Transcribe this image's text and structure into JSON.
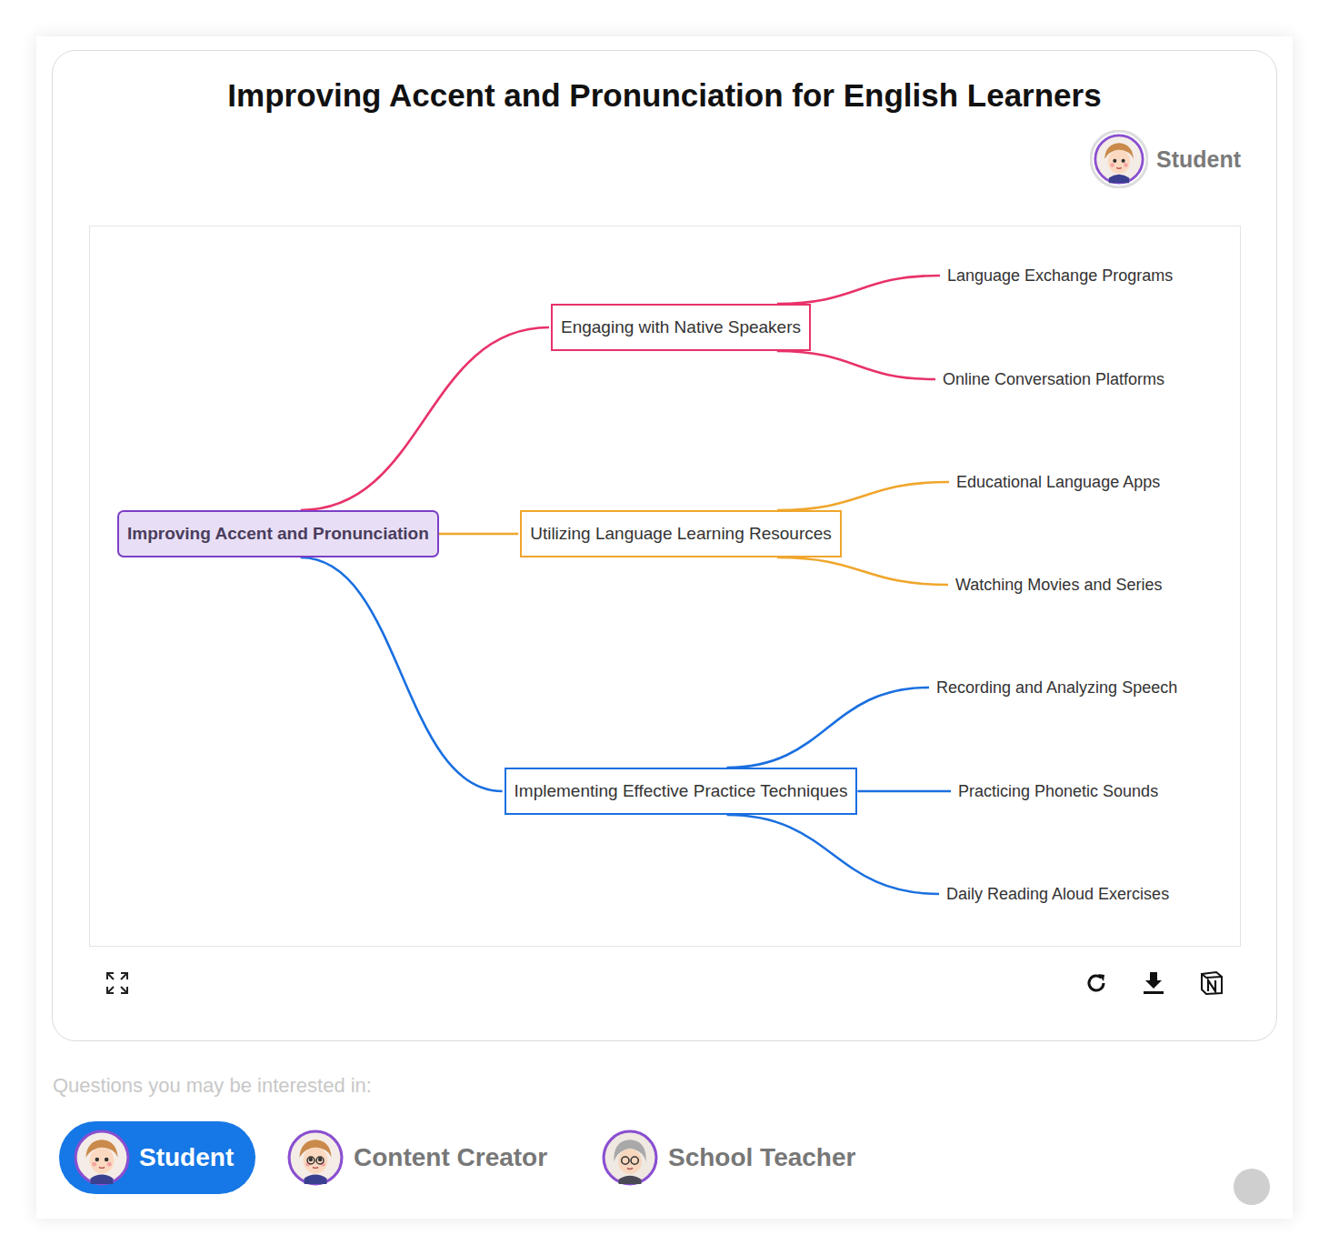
{
  "diagram": {
    "title": "Improving Accent and Pronunciation for English Learners",
    "nodes": [
      {
        "text": [
          "Improving Accent and Pronunciation"
        ]
      },
      {
        "text": [
          "Engaging with Native Speakers"
        ]
      },
      {
        "text": [
          "Language Exchange Programs"
        ]
      },
      {
        "text": [
          "Online Conversation Platforms"
        ]
      },
      {
        "text": [
          "Utilizing Language Learning Resources"
        ]
      },
      {
        "text": [
          "Educational Language Apps"
        ]
      },
      {
        "text": [
          "Watching Movies and Series"
        ]
      },
      {
        "text": [
          "Implementing Effective Practice Techniques"
        ]
      },
      {
        "text": [
          "Recording and Analyzing Speech"
        ]
      },
      {
        "text": [
          "Practicing Phonetic Sounds"
        ]
      },
      {
        "text": [
          "Daily Reading Aloud Exercises"
        ]
      },
      {
        "text": [
          "Student"
        ]
      }
    ],
    "edges": [
      {
        "from": 0,
        "to": 1,
        "arrow": "none"
      },
      {
        "from": 0,
        "to": 4,
        "arrow": "none"
      },
      {
        "from": 0,
        "to": 7,
        "arrow": "none"
      },
      {
        "from": 1,
        "to": 2,
        "arrow": "none"
      },
      {
        "from": 1,
        "to": 3,
        "arrow": "none"
      },
      {
        "from": 4,
        "to": 5,
        "arrow": "none"
      },
      {
        "from": 4,
        "to": 6,
        "arrow": "none"
      },
      {
        "from": 7,
        "to": 8,
        "arrow": "none"
      },
      {
        "from": 7,
        "to": 9,
        "arrow": "none"
      },
      {
        "from": 7,
        "to": 10,
        "arrow": "none"
      }
    ],
    "labels": [
      "Student",
      "Questions you may be interested in:",
      "Content Creator",
      "School Teacher"
    ]
  }
}
